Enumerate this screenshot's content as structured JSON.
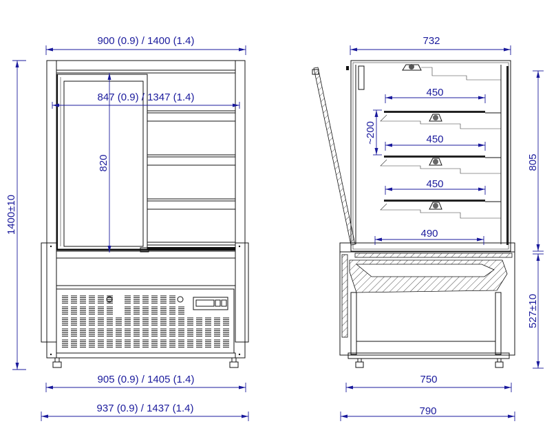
{
  "drawing": {
    "front_view": {
      "overall_width": "900 (0.9) / 1400 (1.4)",
      "inner_width": "847 (0.9) / 1347 (1.4)",
      "door_height": "820",
      "overall_height": "1400±10",
      "base_width": "905 (0.9) / 1405 (1.4)",
      "total_width": "937 (0.9) / 1437 (1.4)"
    },
    "side_view": {
      "top_depth": "732",
      "shelf_depth_1": "450",
      "shelf_depth_2": "450",
      "shelf_depth_3": "450",
      "shelf_spacing": "~200",
      "deck_depth": "490",
      "upper_height": "805",
      "base_height": "527±10",
      "base_depth": "750",
      "total_depth": "790"
    }
  },
  "colors": {
    "dimension": "#1a1a9c",
    "outline": "#111111"
  }
}
